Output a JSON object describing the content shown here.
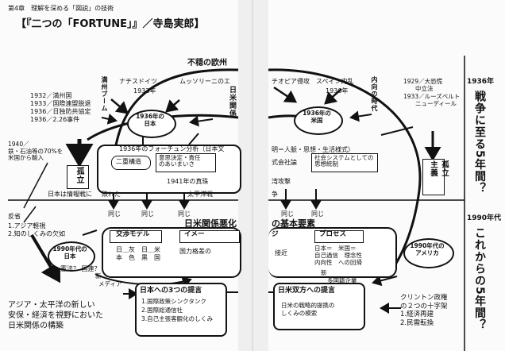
{
  "header": {
    "chapter": "第4章　理解を深める「図説」の技術",
    "title": "【『二つの「FORTUNE」』／寺島実郎】"
  },
  "left": {
    "heading": "不穏の欧州",
    "nazi": "ナチスドイツ",
    "nazi_year": "1933年",
    "mussolini": "ムッソリーニのエ",
    "manchu_boom": "満州ブーム",
    "japan_us": "日米関係",
    "events": [
      "1932／満州国",
      "1933／国際連盟脱退",
      "1936／日独防共協定",
      "1936／2.26事件"
    ],
    "japan_1936": "1936年の\n日本",
    "oil": "1940／\n鉄・石油等の70%を\n米国から輸入",
    "isolation": "孤立",
    "fortune_analysis": "1936年のフォーチュン分析（日本文",
    "dual_structure": "二重構造",
    "will": "意思決定・責任\nのあいまいさ",
    "info_war": "日本は情報戦に",
    "lost": "敗れた",
    "pearl_harbor": "1941年の真珠",
    "pacific_war": "太平洋戦",
    "same1": "同じ",
    "same2": "同じ",
    "same3": "同じ",
    "deterioration": "日米関係悪化",
    "reflection": "反省",
    "reflection_items": "1.アジア軽視\n2.知のしくみの欠如",
    "japan_1990": "1990年代の\n日本",
    "negotiation_model": "交渉モデル",
    "image": "イメー",
    "jp_us_grid": "日＿灰　日＿米\n本　色　黒　国",
    "gap": "国力格差の",
    "constitution": "憲法？ 国連？",
    "new": "新",
    "media": "メディア",
    "three_proposals": "日本への3つの提言",
    "proposals": [
      "1.国際政策シンクタンク",
      "2.国際総通信社",
      "3.自己主張客観化のしくみ"
    ],
    "asia": "アジア・太平洋の新しい\n安保・経済を視野においた\n日米関係の構築"
  },
  "right": {
    "ethiopia": "チオピア侵攻",
    "spain": "スペイン内乱",
    "spain_year": "1936年",
    "internal": "内向の時代",
    "us_1936": "1936年の\n米国",
    "us_events": "1929／大恐慌\n　　中立法\n1933／ルーズベルト\n　　ニューディール",
    "people": "明＝人脈・思想・生活様式）",
    "formula": "式会社論",
    "social_system": "社会システムとしての\n思想統制",
    "isolation": "孤立\n主義",
    "attack": "湾攻撃",
    "peace": "争",
    "same1": "同じ",
    "same2": "同じ",
    "basic": "の基本要素",
    "ji": "ジ",
    "process": "プロセス",
    "close": "接近",
    "process_grid": "日本＝　米国＝\n自己過信　理念性\n内向性　への回帰",
    "us_1990": "1990年代の\nアメリカ",
    "multinational": "多国籍企業",
    "new": "新",
    "joint": "日米双方への提言",
    "joint_text": "日米の戦略的提携の\nしくみの模索",
    "clinton": "クリントン政権\nの２つの十字架\n1.経済再建\n2.民需転換",
    "side_1936": "1936年",
    "side_1936_v": "戦争に至る5年間？",
    "side_1990": "1990年代",
    "side_1990_v": "これからの5年間？"
  }
}
